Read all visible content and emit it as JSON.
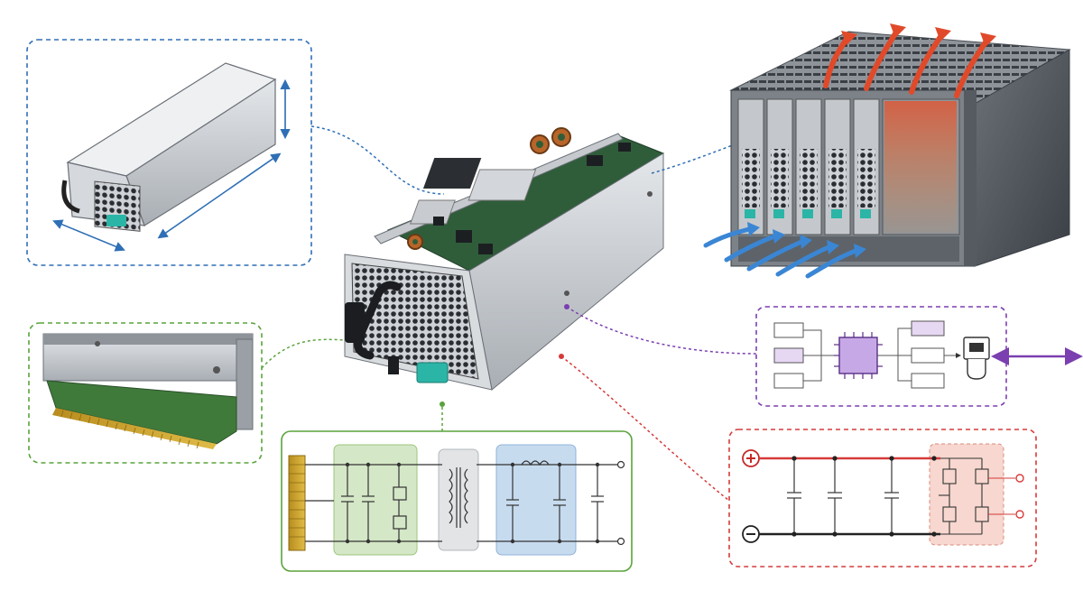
{
  "diagram": {
    "theme": {
      "blue": "#2f6fb5",
      "green": "#5aa33c",
      "purple": "#7b3fb0",
      "red": "#d63a3a",
      "teal": "#2bb5a6",
      "pcb": "#2f5d3a",
      "steel": "#b9bec4"
    },
    "panels": [
      {
        "id": "dimensions-callout",
        "shows": "power-supply-outline-with-dimension-arrows",
        "color": "blue"
      },
      {
        "id": "edge-connector-callout",
        "shows": "gold-finger-edge-connector",
        "color": "green"
      },
      {
        "id": "power-stage-schematic",
        "shows": "rectifier-pfc-transformer-output-filter",
        "color": "green"
      },
      {
        "id": "control-block-diagram",
        "shows": "controller-chip-with-comms-port",
        "color": "purple"
      },
      {
        "id": "dc-bus-inverter-schematic",
        "shows": "dc-bus-capacitors-and-h-bridge",
        "color": "red"
      }
    ],
    "center_unit": {
      "shows": "open-psu-module-with-fan-handle-and-latch"
    },
    "chassis": {
      "shows": "rack-chassis-with-5-psu-bays",
      "airflow_in": "blue",
      "airflow_out": "red"
    },
    "icons": [
      "plus-terminal-icon",
      "minus-terminal-icon",
      "ethernet-port-icon",
      "double-arrow-icon"
    ]
  }
}
